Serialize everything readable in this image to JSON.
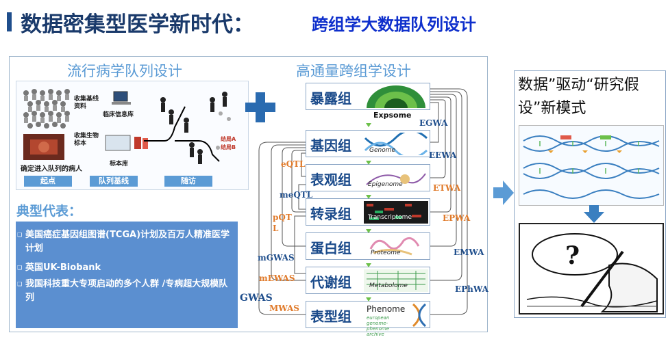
{
  "title": {
    "main": "数据密集型医学新时代：",
    "sub": "跨组学大数据队列设计"
  },
  "left_section": {
    "heading": "流行病学队列设计",
    "cohort_labels": {
      "collect_data": "收集基线\n资料",
      "clinical_db": "临床信息库",
      "collect_bio": "收集生物\n标本",
      "sample_bank": "标本库",
      "patients": "确定进入队列的病人",
      "outcome_a": "结局A",
      "outcome_b": "结局B"
    },
    "stages": [
      "起点",
      "队列基线",
      "随访"
    ]
  },
  "representatives": {
    "title": "典型代表：",
    "items": [
      "美国癌症基因组图谱(TCGA)计划及百万人精准医学计划",
      "英国UK-Biobank",
      "我国科技重大专项启动的多个人群 /专病超大规模队列"
    ]
  },
  "omics_section": {
    "heading": "高通量跨组学设计",
    "layers": [
      {
        "label": "暴露组",
        "art_text": "Expsome"
      },
      {
        "label": "基因组",
        "art_text": "Genome"
      },
      {
        "label": "表观组",
        "art_text": "Epigenome"
      },
      {
        "label": "转录组",
        "art_text": "Transcriptome"
      },
      {
        "label": "蛋白组",
        "art_text": "Proteome"
      },
      {
        "label": "代谢组",
        "art_text": "Metabolome"
      },
      {
        "label": "表型组",
        "art_text": "Phenome"
      }
    ],
    "phenome_watermark": "european genome-phenome archive"
  },
  "associations": {
    "left": {
      "eqtl": "eQTL",
      "meqtl": "meQTL",
      "pqtl": "pQT\nL",
      "mgwas": "mGWAS",
      "mewas": "mEWAS",
      "gwas": "GWAS",
      "mwas": "MWAS"
    },
    "right": {
      "egwa": "EGWA",
      "eewa": "EEWA",
      "etwa": "ETWA",
      "epwa": "EPWA",
      "emwa": "EMWA",
      "ephwa": "EPhWA"
    }
  },
  "right_panel": {
    "title": "数据”驱动“研究假设”新模式"
  },
  "colors": {
    "title_dark": "#1a3a6b",
    "title_sub": "#0e2fcc",
    "accent_blue": "#5b9bd5",
    "rep_box": "#5b8fd0",
    "assoc_blue": "#1f4e8c",
    "assoc_orange": "#e07a2a"
  }
}
